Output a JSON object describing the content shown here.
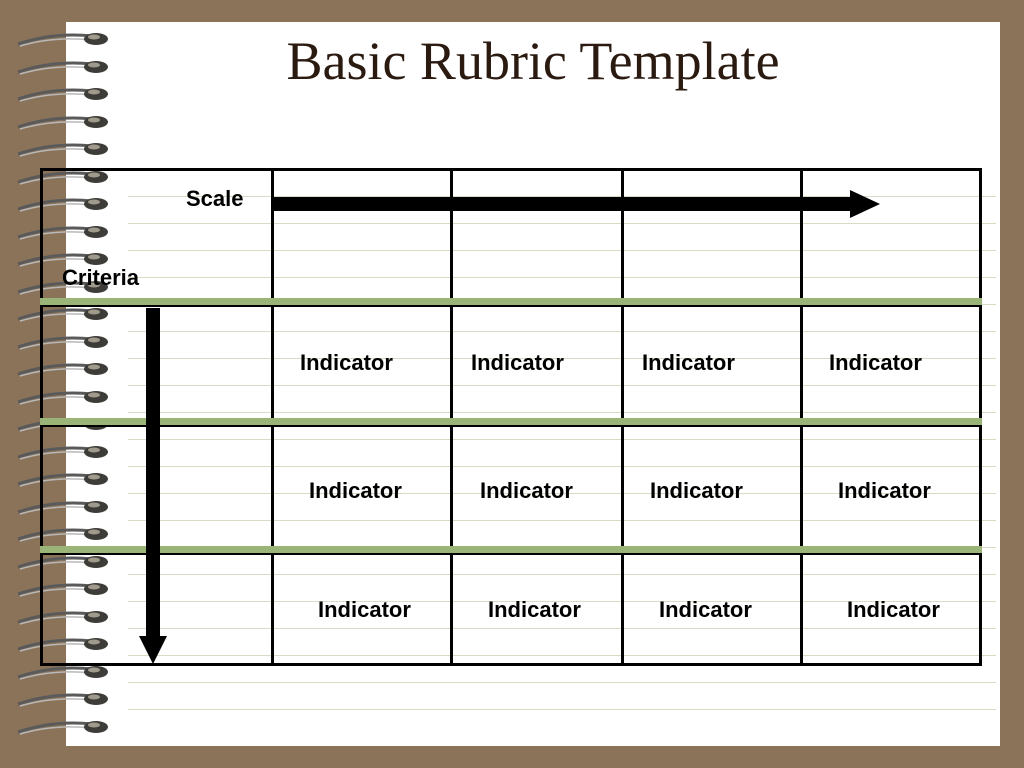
{
  "slide": {
    "title": "Basic Rubric Template"
  },
  "rubric": {
    "scale_label": "Scale",
    "criteria_label": "Criteria",
    "rows": [
      [
        "Indicator",
        "Indicator",
        "Indicator",
        "Indicator"
      ],
      [
        "Indicator",
        "Indicator",
        "Indicator",
        "Indicator"
      ],
      [
        "Indicator",
        "Indicator",
        "Indicator",
        "Indicator"
      ]
    ]
  },
  "colors": {
    "background": "#8a7359",
    "paper": "#ffffff",
    "divider_green": "#9bb579",
    "title_text": "#2a1a10"
  }
}
